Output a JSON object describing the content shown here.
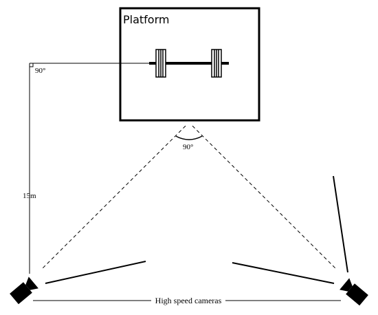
{
  "platform": {
    "label": "Platform"
  },
  "dimensions": {
    "corner_angle": "90°",
    "distance": "15m",
    "camera_angle": "90°"
  },
  "cameras": {
    "label": "High speed cameras"
  },
  "colors": {
    "line": "#000000",
    "background": "#ffffff"
  },
  "icons": [
    "camera-icon",
    "barbell-icon"
  ]
}
